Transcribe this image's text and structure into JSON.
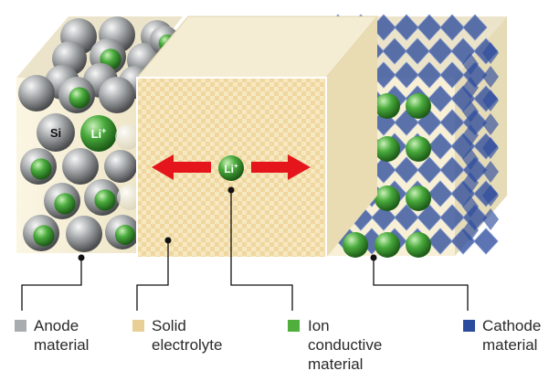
{
  "labels": {
    "si": "Si",
    "li_anode": "Li",
    "li_anode_sup": "+",
    "li_center": "Li",
    "li_center_sup": "+"
  },
  "legend": [
    {
      "id": "anode",
      "text": "Anode\nmaterial",
      "color": "#a9acae"
    },
    {
      "id": "electrolyte",
      "text": "Solid\nelectrolyte",
      "color": "#e8cf96"
    },
    {
      "id": "ion",
      "text": "Ion\nconductive\nmaterial",
      "color": "#4fae3c"
    },
    {
      "id": "cathode",
      "text": "Cathode\nmaterial",
      "color": "#2b4b9c"
    }
  ],
  "colors": {
    "electrolyte_front": "#f5e7bf",
    "electrolyte_top": "#f4ecd3",
    "electrolyte_side": "#e9dcb3",
    "arrow": "#e4151b",
    "anode_sphere": "#9b9ea1",
    "ion_sphere": "#3f9e37",
    "cathode_crystal": "#2e4d9d",
    "leader_line": "#111111"
  }
}
